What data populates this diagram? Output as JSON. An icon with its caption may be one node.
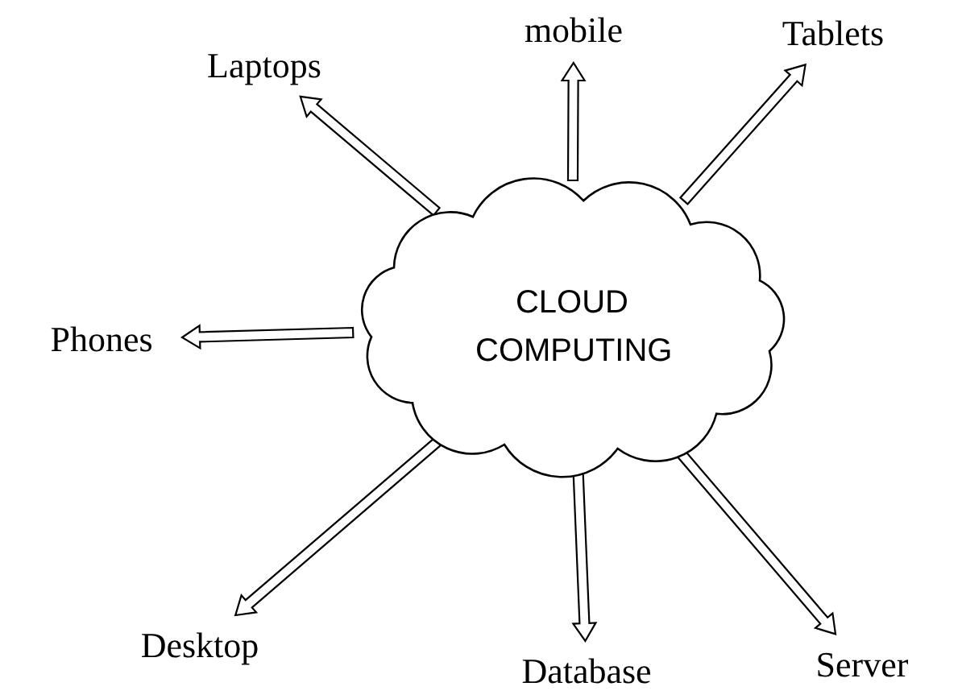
{
  "diagram": {
    "nodes": [
      {
        "text": [
          "CLOUD COMPUTING"
        ]
      },
      {
        "text": [
          "Laptops"
        ]
      },
      {
        "text": [
          "mobile"
        ]
      },
      {
        "text": [
          "Tablets"
        ]
      },
      {
        "text": [
          "Phones"
        ]
      },
      {
        "text": [
          "Desktop"
        ]
      },
      {
        "text": [
          "Database"
        ]
      },
      {
        "text": [
          "Server"
        ]
      }
    ],
    "edges": [
      {
        "from": 0,
        "to": 1,
        "arrow": "to"
      },
      {
        "from": 0,
        "to": 2,
        "arrow": "to"
      },
      {
        "from": 0,
        "to": 3,
        "arrow": "to"
      },
      {
        "from": 0,
        "to": 4,
        "arrow": "to"
      },
      {
        "from": 0,
        "to": 5,
        "arrow": "to"
      },
      {
        "from": 0,
        "to": 6,
        "arrow": "to"
      },
      {
        "from": 0,
        "to": 7,
        "arrow": "to"
      }
    ]
  }
}
